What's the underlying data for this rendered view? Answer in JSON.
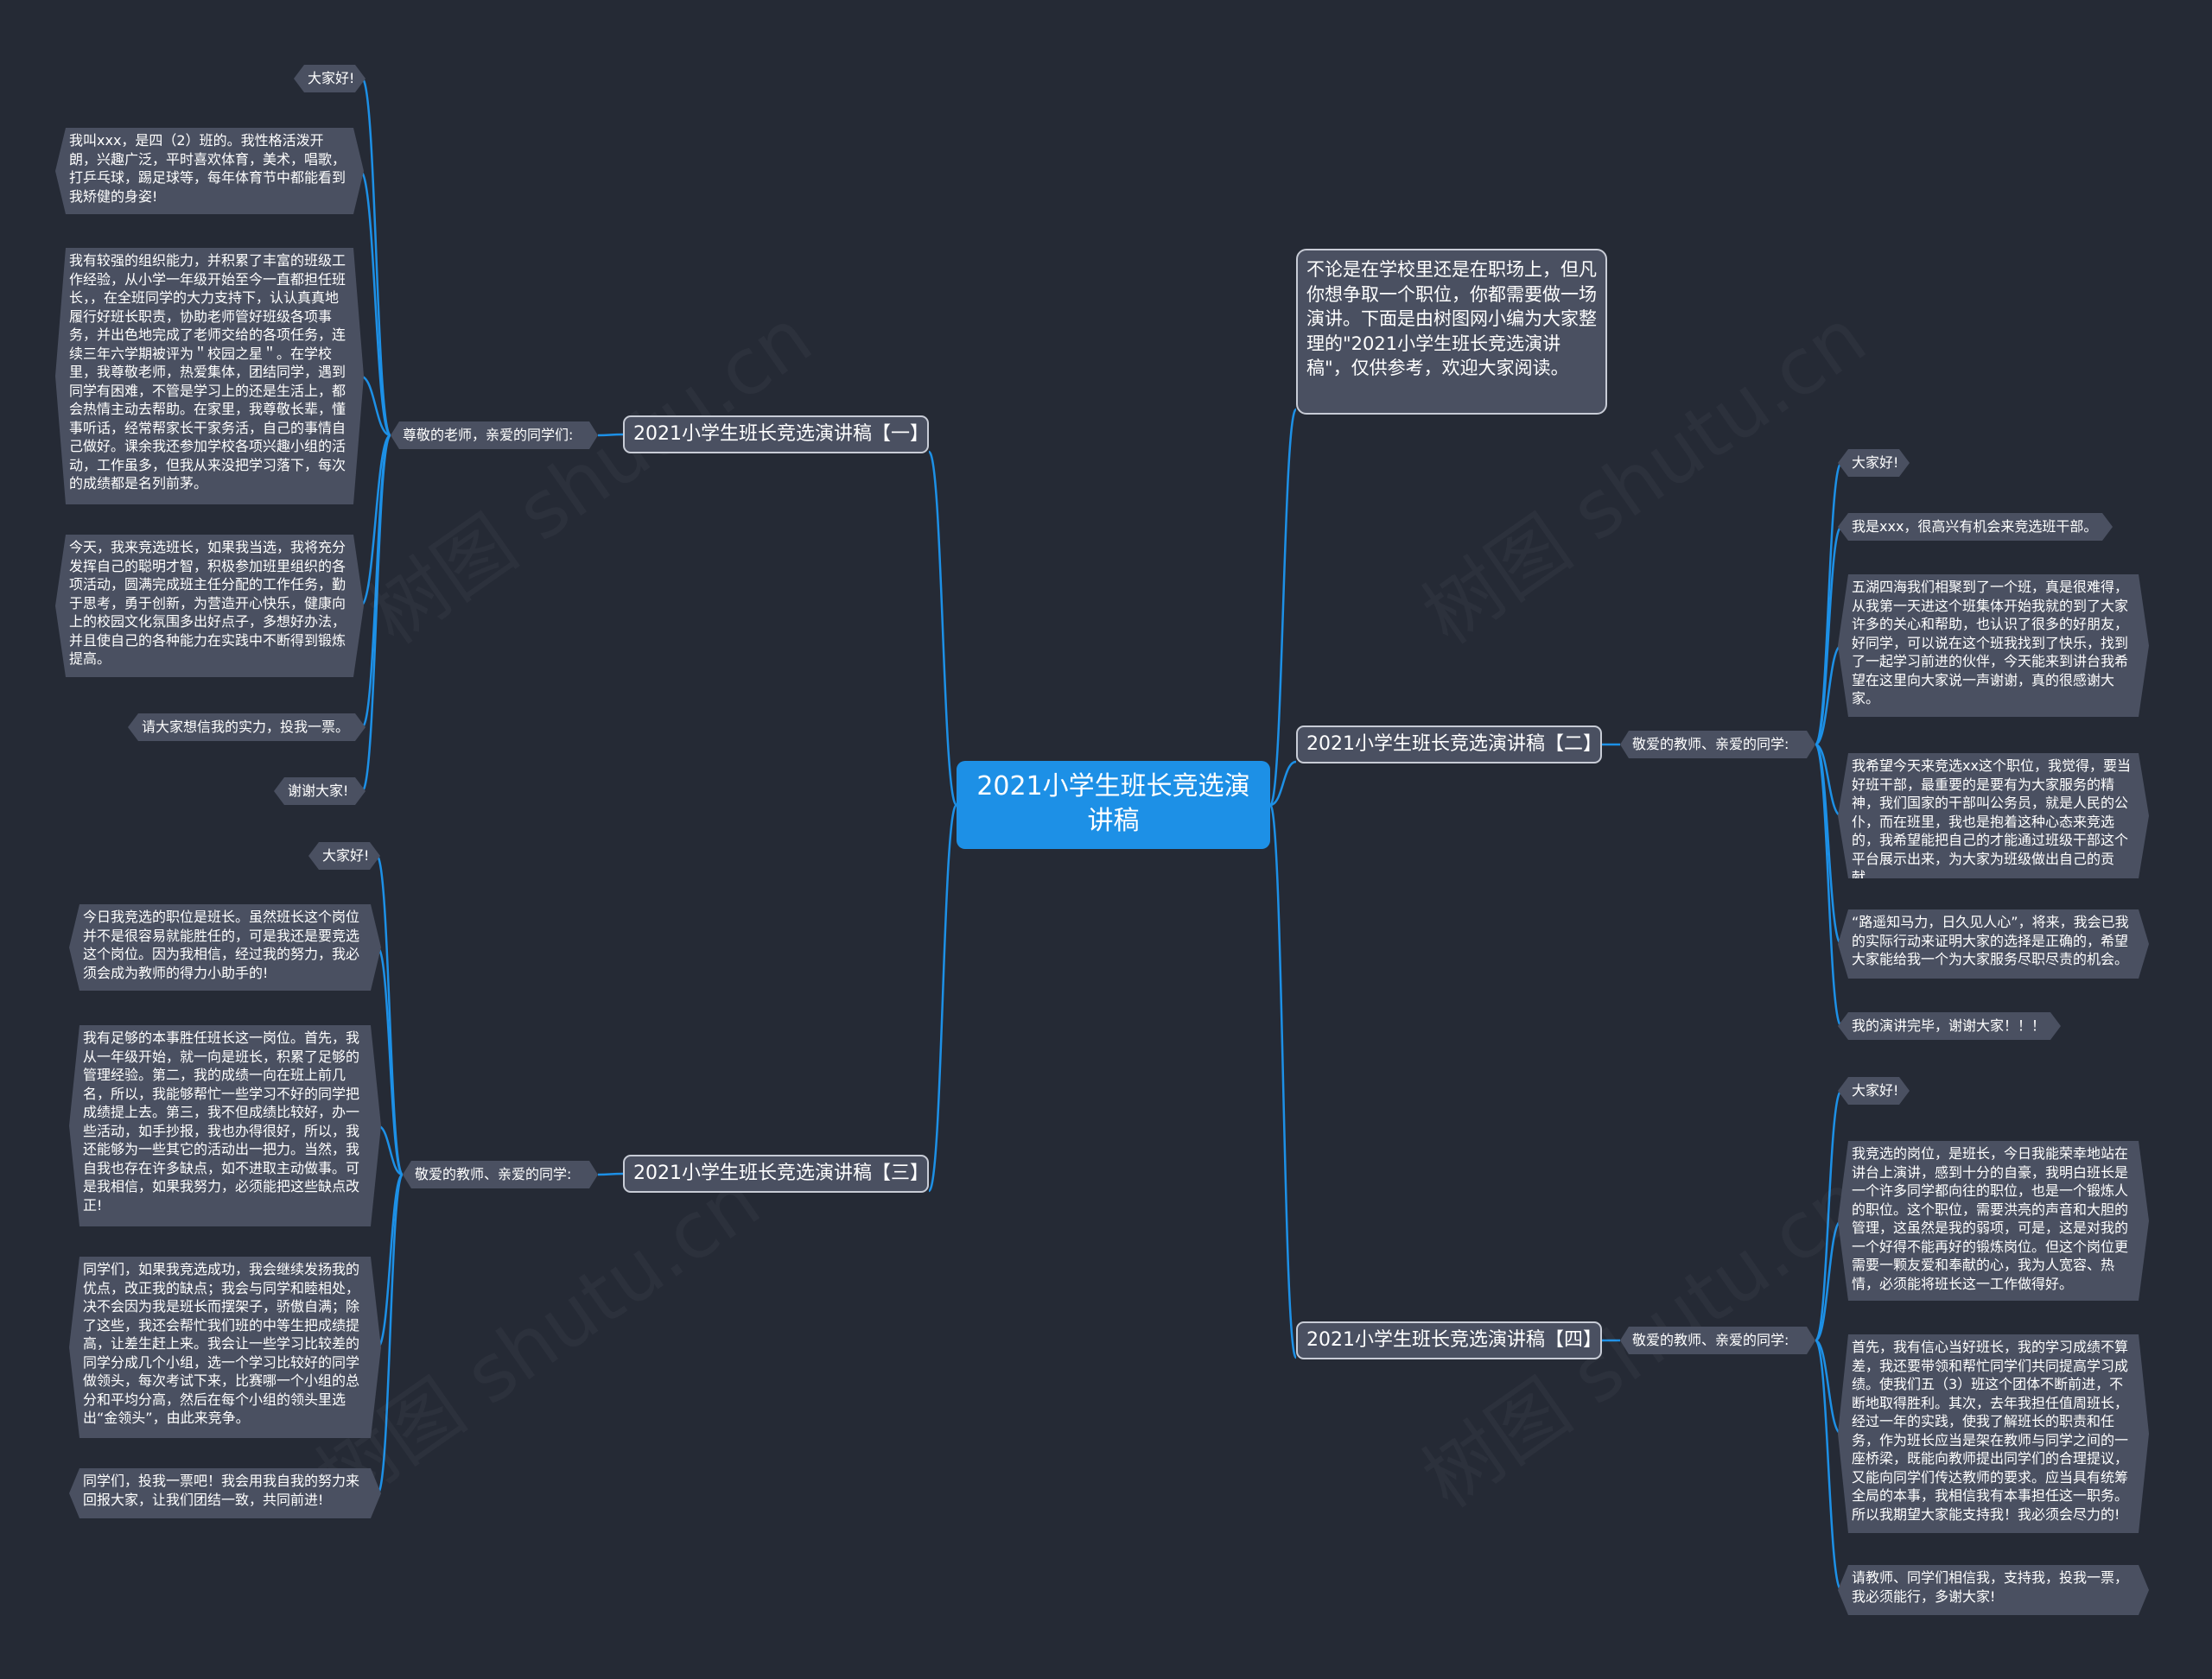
{
  "root": "2021小学生班长竞选演讲稿",
  "intro": "不论是在学校里还是在职场上，但凡你想争取一个职位，你都需要做一场演讲。下面是由树图网小编为大家整理的\"2021小学生班长竞选演讲稿\"，仅供参考，欢迎大家阅读。",
  "watermark": "树图 shutu.cn",
  "colors": {
    "background": "#252a35",
    "root": "#1d90e6",
    "node": "#4a5061",
    "edge": "#1d90e6"
  },
  "sections": [
    {
      "title": "2021小学生班长竞选演讲稿【一】",
      "greeting": "尊敬的老师，亲爱的同学们:",
      "paragraphs": [
        "大家好!",
        "我叫xxx，是四（2）班的。我性格活泼开朗，兴趣广泛，平时喜欢体育，美术，唱歌，打乒乓球，踢足球等，每年体育节中都能看到我矫健的身姿!",
        "我有较强的组织能力，并积累了丰富的班级工作经验，从小学一年级开始至今一直都担任班长，，在全班同学的大力支持下，认认真真地履行好班长职责，协助老师管好班级各项事务，并出色地完成了老师交给的各项任务，连续三年六学期被评为＂校园之星＂。在学校里，我尊敬老师，热爱集体，团结同学，遇到同学有困难，不管是学习上的还是生活上，都会热情主动去帮助。在家里，我尊敬长辈，懂事听话，经常帮家长干家务活，自己的事情自己做好。课余我还参加学校各项兴趣小组的活动，工作虽多，但我从来没把学习落下，每次的成绩都是名列前茅。",
        "今天，我来竞选班长，如果我当选，我将充分发挥自己的聪明才智，积极参加班里组织的各项活动，圆满完成班主任分配的工作任务，勤于思考，勇于创新，为营造开心快乐，健康向上的校园文化氛围多出好点子，多想好办法，并且使自己的各种能力在实践中不断得到锻炼提高。",
        "请大家想信我的实力，投我一票。",
        "谢谢大家!"
      ]
    },
    {
      "title": "2021小学生班长竞选演讲稿【二】",
      "greeting": "敬爱的教师、亲爱的同学:",
      "paragraphs": [
        "大家好!",
        "我是xxx，很高兴有机会来竞选班干部。",
        "五湖四海我们相聚到了一个班，真是很难得，从我第一天进这个班集体开始我就的到了大家许多的关心和帮助，也认识了很多的好朋友，好同学，可以说在这个班我找到了快乐，找到了一起学习前进的伙伴，今天能来到讲台我希望在这里向大家说一声谢谢，真的很感谢大家。",
        "我希望今天来竞选xx这个职位，我觉得，要当好班干部，最重要的是要有为大家服务的精神，我们国家的干部叫公务员，就是人民的公仆，而在班里，我也是抱着这种心态来竞选的，我希望能把自己的才能通过班级干部这个平台展示出来，为大家为班级做出自己的贡献。",
        "“路遥知马力，日久见人心”，将来，我会已我的实际行动来证明大家的选择是正确的，希望大家能给我一个为大家服务尽职尽责的机会。",
        "我的演讲完毕，谢谢大家！！！"
      ]
    },
    {
      "title": "2021小学生班长竞选演讲稿【三】",
      "greeting": "敬爱的教师、亲爱的同学:",
      "paragraphs": [
        "大家好!",
        "今日我竞选的职位是班长。虽然班长这个岗位并不是很容易就能胜任的，可是我还是要竞选这个岗位。因为我相信，经过我的努力，我必须会成为教师的得力小助手的!",
        "我有足够的本事胜任班长这一岗位。首先，我从一年级开始，就一向是班长，积累了足够的管理经验。第二，我的成绩一向在班上前几名，所以，我能够帮忙一些学习不好的同学把成绩提上去。第三，我不但成绩比较好，办一些活动，如手抄报，我也办得很好，所以，我还能够为一些其它的活动出一把力。当然，我自我也存在许多缺点，如不进取主动做事。可是我相信，如果我努力，必须能把这些缺点改正!",
        "同学们，如果我竞选成功，我会继续发扬我的优点，改正我的缺点；我会与同学和睦相处，决不会因为我是班长而摆架子，骄傲自满；除了这些，我还会帮忙我们班的中等生把成绩提高，让差生赶上来。我会让一些学习比较差的同学分成几个小组，选一个学习比较好的同学做领头，每次考试下来，比赛哪一个小组的总分和平均分高，然后在每个小组的领头里选出“金领头”，由此来竞争。",
        "同学们，投我一票吧！我会用我自我的努力来回报大家，让我们团结一致，共同前进!"
      ]
    },
    {
      "title": "2021小学生班长竞选演讲稿【四】",
      "greeting": "敬爱的教师、亲爱的同学:",
      "paragraphs": [
        "大家好!",
        "我竞选的岗位，是班长，今日我能荣幸地站在讲台上演讲，感到十分的自豪，我明白班长是一个许多同学都向往的职位，也是一个锻炼人的职位。这个职位，需要洪亮的声音和大胆的管理，这虽然是我的弱项，可是，这是对我的一个好得不能再好的锻炼岗位。但这个岗位更需要一颗友爱和奉献的心，我为人宽容、热情，必须能将班长这一工作做得好。",
        "首先，我有信心当好班长，我的学习成绩不算差，我还要带领和帮忙同学们共同提高学习成绩。使我们五（3）班这个团体不断前进，不断地取得胜利。其次，去年我担任值周班长，经过一年的实践，使我了解班长的职责和任务，作为班长应当是架在教师与同学之间的一座桥梁，既能向教师提出同学们的合理提议，又能向同学们传达教师的要求。应当具有统筹全局的本事，我相信我有本事担任这一职务。所以我期望大家能支持我！我必须会尽力的!",
        "请教师、同学们相信我，支持我，投我一票，我必须能行，多谢大家!"
      ]
    }
  ]
}
